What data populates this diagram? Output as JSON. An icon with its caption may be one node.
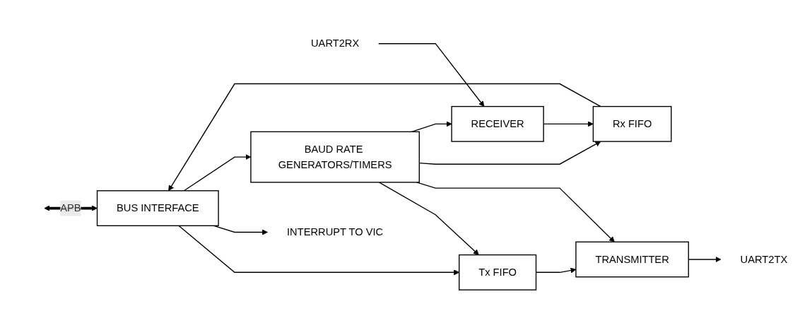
{
  "diagram": {
    "nodes": [
      {
        "text": [
          "BUS INTERFACE"
        ]
      },
      {
        "text": [
          "Tx FIFO"
        ]
      },
      {
        "text": [
          "TRANSMITTER"
        ]
      },
      {
        "text": [
          "UART2TX"
        ]
      },
      {
        "text": [
          "Rx FIFO"
        ]
      },
      {
        "text": [
          "RECEIVER"
        ]
      },
      {
        "text": [
          "UART2RX"
        ]
      },
      {
        "text": [
          "INTERRUPT TO VIC"
        ]
      },
      {
        "text": [
          "BAUD RATE GENERATORS/TIMERS"
        ]
      }
    ],
    "edges": [
      {
        "from": null,
        "to": 0,
        "arrow": "both",
        "label": "APB",
        "style": "thick"
      },
      {
        "from": 0,
        "to": 1,
        "arrow": "to"
      },
      {
        "from": 1,
        "to": 2,
        "arrow": "to"
      },
      {
        "from": 2,
        "to": 3,
        "arrow": "to"
      },
      {
        "from": 6,
        "to": 5,
        "arrow": "to"
      },
      {
        "from": 5,
        "to": 4,
        "arrow": "to"
      },
      {
        "from": 4,
        "to": 0,
        "arrow": "to"
      },
      {
        "from": 0,
        "to": 7,
        "arrow": "to"
      },
      {
        "from": 0,
        "to": 8,
        "arrow": "to"
      },
      {
        "from": 8,
        "to": 1,
        "arrow": "to"
      },
      {
        "from": 8,
        "to": 2,
        "arrow": "to"
      },
      {
        "from": 8,
        "to": 4,
        "arrow": "to"
      },
      {
        "from": 8,
        "to": 5,
        "arrow": "to"
      }
    ]
  }
}
